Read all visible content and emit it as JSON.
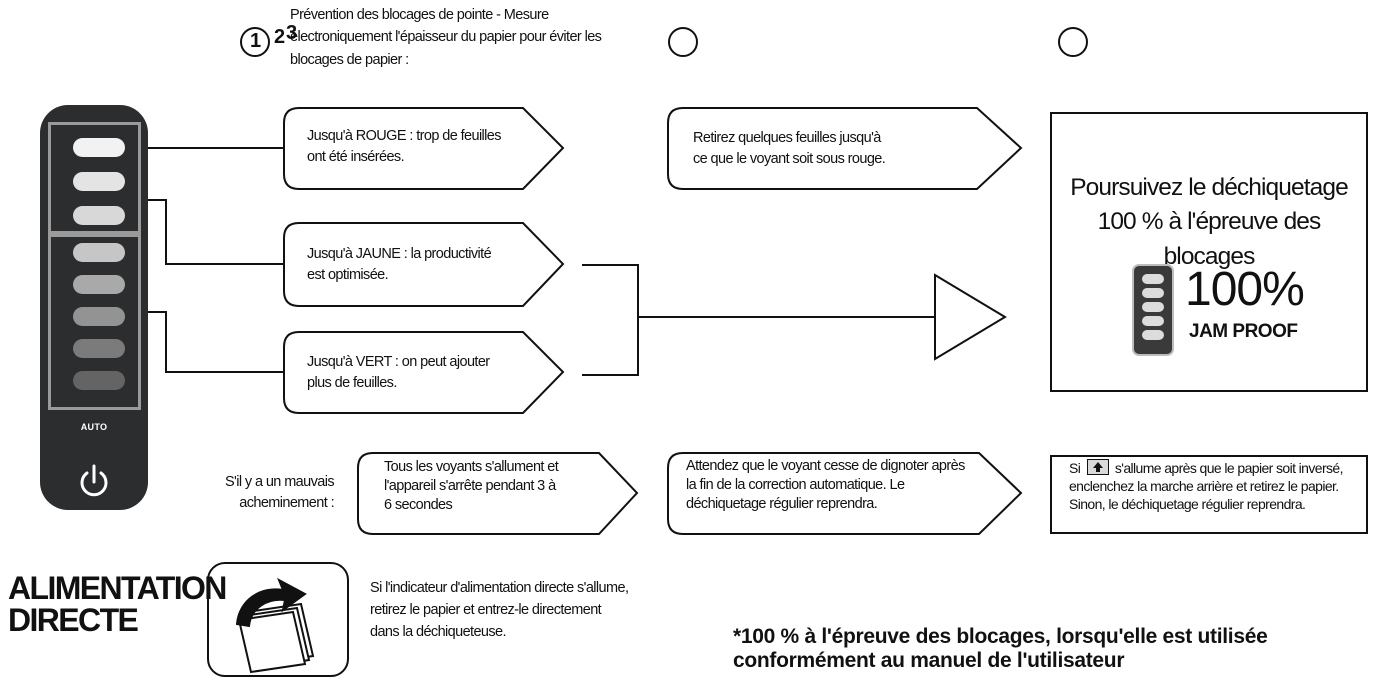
{
  "header": {
    "step_numbers": [
      "1",
      "2",
      "3"
    ],
    "intro_lines": [
      "Prévention des blocages de pointe - Mesure",
      "électroniquement l'épaisseur du papier pour éviter les",
      "blocages de papier :"
    ]
  },
  "panel": {
    "auto_label": "AUTO",
    "icons": [
      "power-icon"
    ],
    "colors": {
      "body": "#2b2d2f",
      "frame": "#9a9a9a"
    }
  },
  "levels": [
    {
      "lines": [
        "Jusqu'à ROUGE : trop de feuilles",
        "ont été insérées."
      ]
    },
    {
      "lines": [
        "Jusqu'à JAUNE : la productivité",
        "est optimisée."
      ]
    },
    {
      "lines": [
        "Jusqu'à VERT : on peut ajouter",
        "plus de feuilles."
      ]
    }
  ],
  "actions": {
    "red": [
      "Retirez quelques feuilles jusqu'à",
      "ce que le voyant soit sous rouge."
    ]
  },
  "result": {
    "title_lines": [
      "Poursuivez le déchiquetage",
      "100 % à l'épreuve des blocages"
    ],
    "badge_big": "100%",
    "badge_small": "JAM PROOF"
  },
  "misfeed": {
    "label_lines": [
      "S'il y a un mauvais",
      "acheminement :"
    ],
    "step1": [
      "Tous les voyants s'allument et",
      "l'appareil s'arrête pendant 3 à",
      "6 secondes"
    ],
    "step2": [
      "Attendez que le voyant cesse de dignoter après",
      "la fin de la correction automatique. Le",
      "déchiquetage régulier reprendra."
    ],
    "step3_prefix": "Si",
    "step3": [
      "s'allume après que le papier soit inversé,",
      "enclenchez la marche arrière et retirez le papier.",
      "Sinon, le déchiquetage régulier reprendra."
    ]
  },
  "direct_feed": {
    "title_lines": [
      "ALIMENTATION",
      "DIRECTE"
    ],
    "text_lines": [
      "Si l'indicateur d'alimentation directe s'allume,",
      "retirez le papier et entrez-le directement",
      "dans la déchiqueteuse."
    ]
  },
  "footnote": {
    "lines": [
      "*100 % à l'épreuve des blocages, lorsqu'elle est utilisée",
      "conformément au manuel de l'utilisateur"
    ]
  }
}
